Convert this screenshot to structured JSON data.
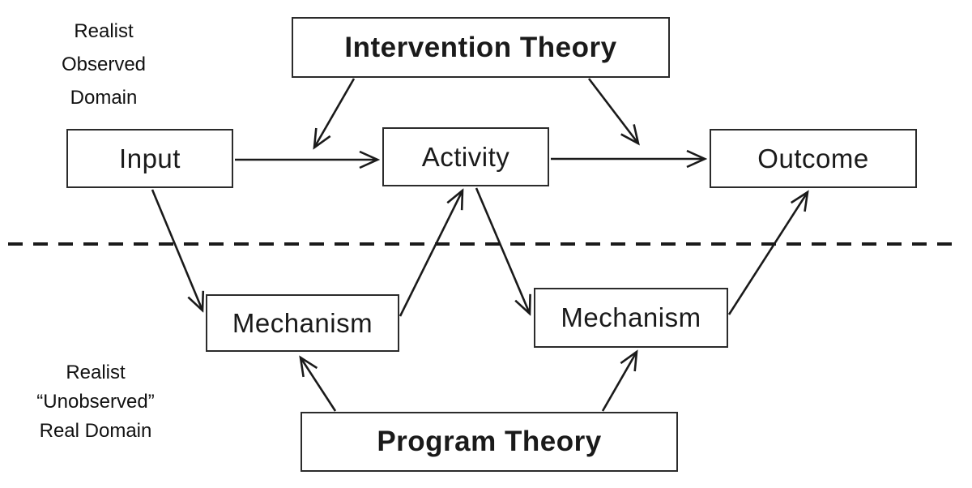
{
  "diagram": {
    "boxes": {
      "intervention_theory": "Intervention Theory",
      "input": "Input",
      "activity": "Activity",
      "outcome": "Outcome",
      "mechanism_left": "Mechanism",
      "mechanism_right": "Mechanism",
      "program_theory": "Program Theory"
    },
    "labels": {
      "observed_domain": {
        "line1": "Realist",
        "line2": "Observed",
        "line3": "Domain"
      },
      "unobserved_domain": {
        "line1": "Realist",
        "line2": "“Unobserved”",
        "line3": "Real Domain"
      }
    },
    "colors": {
      "line": "#1a1a1a",
      "box_border": "#2b2b2b",
      "text": "#1a1a1a",
      "background": "#ffffff"
    }
  }
}
